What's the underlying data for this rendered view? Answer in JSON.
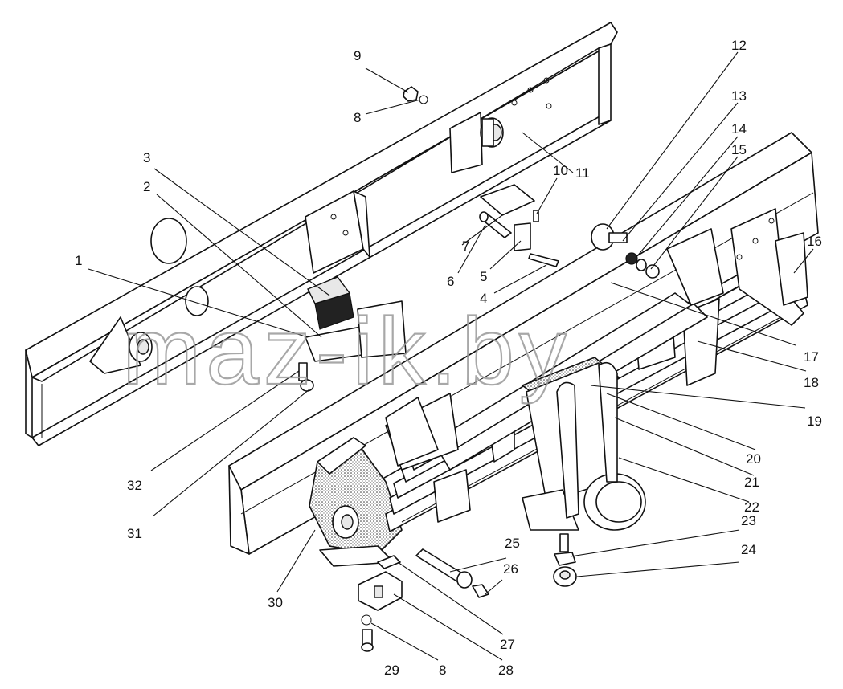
{
  "watermark": "maz-ik.by",
  "callouts": [
    {
      "id": "c9",
      "label": "9"
    },
    {
      "id": "c8a",
      "label": "8"
    },
    {
      "id": "c3",
      "label": "3"
    },
    {
      "id": "c2",
      "label": "2"
    },
    {
      "id": "c1",
      "label": "1"
    },
    {
      "id": "c10",
      "label": "10"
    },
    {
      "id": "c11",
      "label": "11"
    },
    {
      "id": "c7",
      "label": "7"
    },
    {
      "id": "c6",
      "label": "6"
    },
    {
      "id": "c5",
      "label": "5"
    },
    {
      "id": "c4",
      "label": "4"
    },
    {
      "id": "c12",
      "label": "12"
    },
    {
      "id": "c13",
      "label": "13"
    },
    {
      "id": "c14",
      "label": "14"
    },
    {
      "id": "c15",
      "label": "15"
    },
    {
      "id": "c16",
      "label": "16"
    },
    {
      "id": "c17",
      "label": "17"
    },
    {
      "id": "c18",
      "label": "18"
    },
    {
      "id": "c19",
      "label": "19"
    },
    {
      "id": "c20",
      "label": "20"
    },
    {
      "id": "c21",
      "label": "21"
    },
    {
      "id": "c22",
      "label": "22"
    },
    {
      "id": "c23",
      "label": "23"
    },
    {
      "id": "c24",
      "label": "24"
    },
    {
      "id": "c25",
      "label": "25"
    },
    {
      "id": "c26",
      "label": "26"
    },
    {
      "id": "c27",
      "label": "27"
    },
    {
      "id": "c28",
      "label": "28"
    },
    {
      "id": "c8b",
      "label": "8"
    },
    {
      "id": "c29",
      "label": "29"
    },
    {
      "id": "c30",
      "label": "30"
    },
    {
      "id": "c31",
      "label": "31"
    },
    {
      "id": "c32",
      "label": "32"
    }
  ]
}
